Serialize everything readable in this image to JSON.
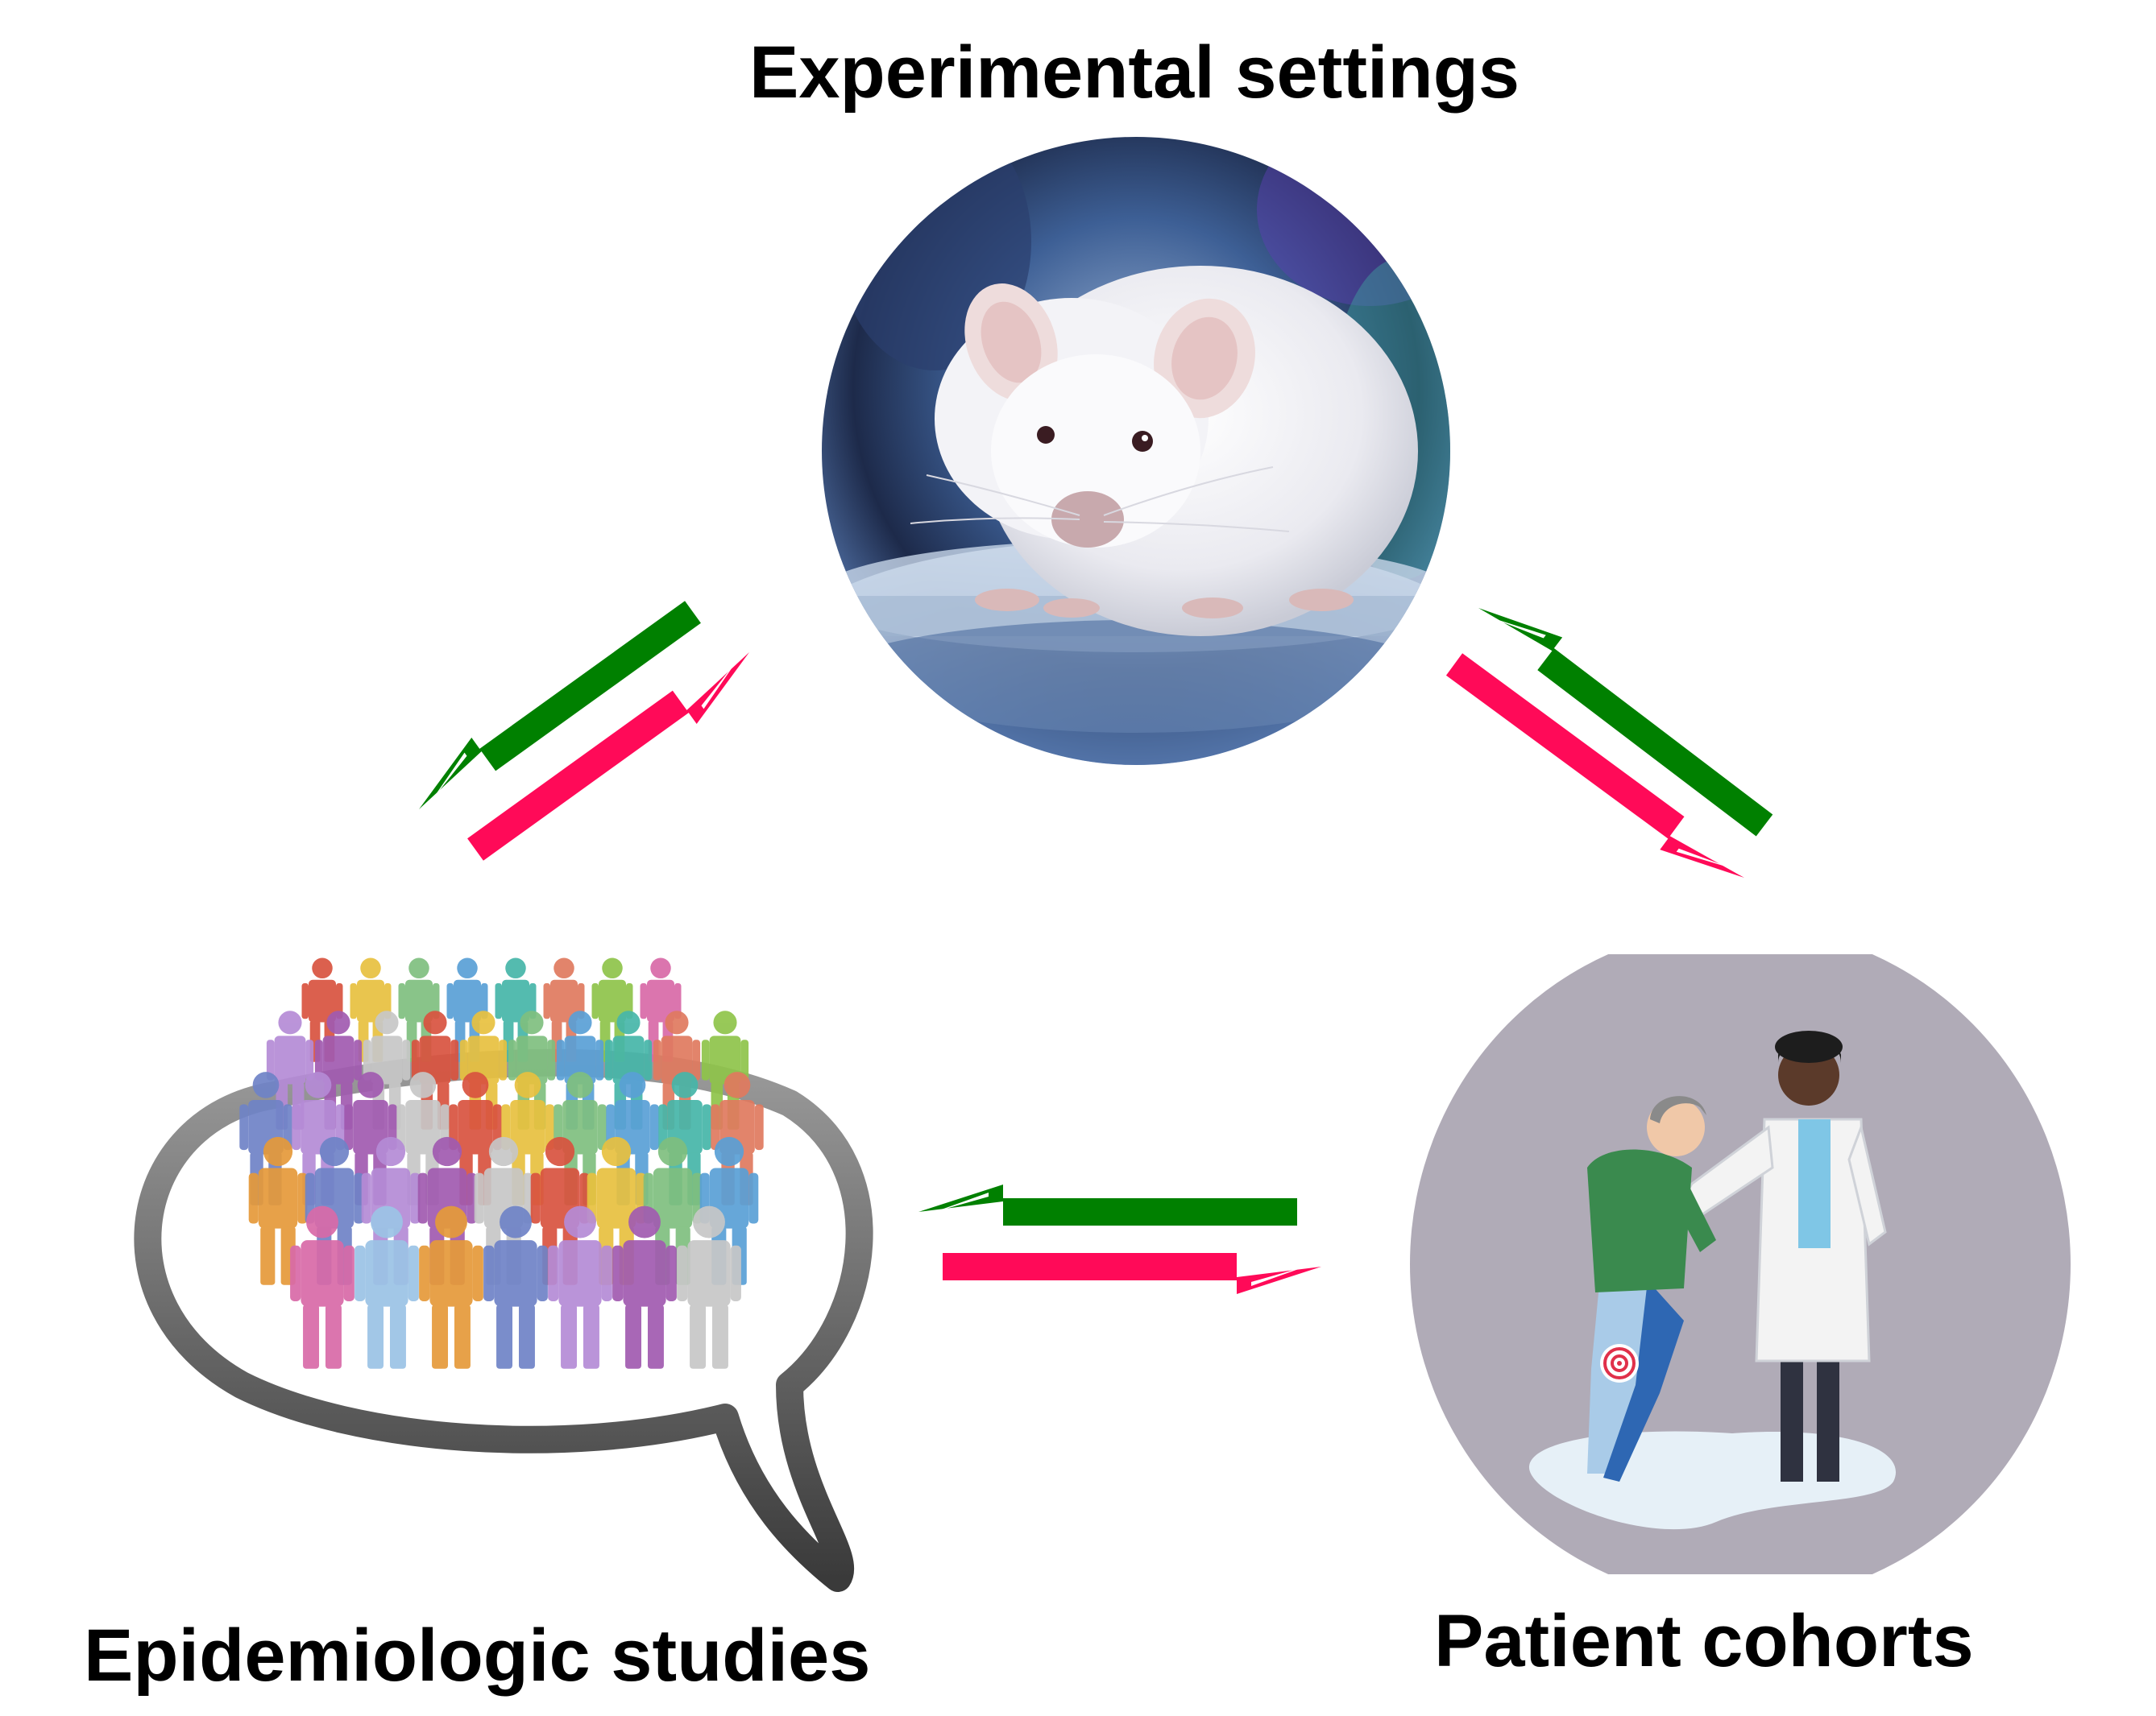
{
  "nodes": {
    "experimental": {
      "label": "Experimental settings",
      "icon": "lab-mouse-icon"
    },
    "epidemiologic": {
      "label": "Epidemiologic studies",
      "icon": "crowd-speech-bubble-icon"
    },
    "patient": {
      "label": "Patient cohorts",
      "icon": "doctor-patient-icon"
    }
  },
  "colors": {
    "forward_arrow": "#ff0a58",
    "backward_arrow": "#008000",
    "bubble_outline": "#5a5a5a",
    "patient_bg": "#b0abb7"
  },
  "edges": [
    {
      "from": "experimental",
      "to": "epidemiologic",
      "color": "backward_arrow"
    },
    {
      "from": "epidemiologic",
      "to": "experimental",
      "color": "forward_arrow"
    },
    {
      "from": "patient",
      "to": "experimental",
      "color": "backward_arrow"
    },
    {
      "from": "experimental",
      "to": "patient",
      "color": "forward_arrow"
    },
    {
      "from": "patient",
      "to": "epidemiologic",
      "color": "backward_arrow"
    },
    {
      "from": "epidemiologic",
      "to": "patient",
      "color": "forward_arrow"
    }
  ]
}
